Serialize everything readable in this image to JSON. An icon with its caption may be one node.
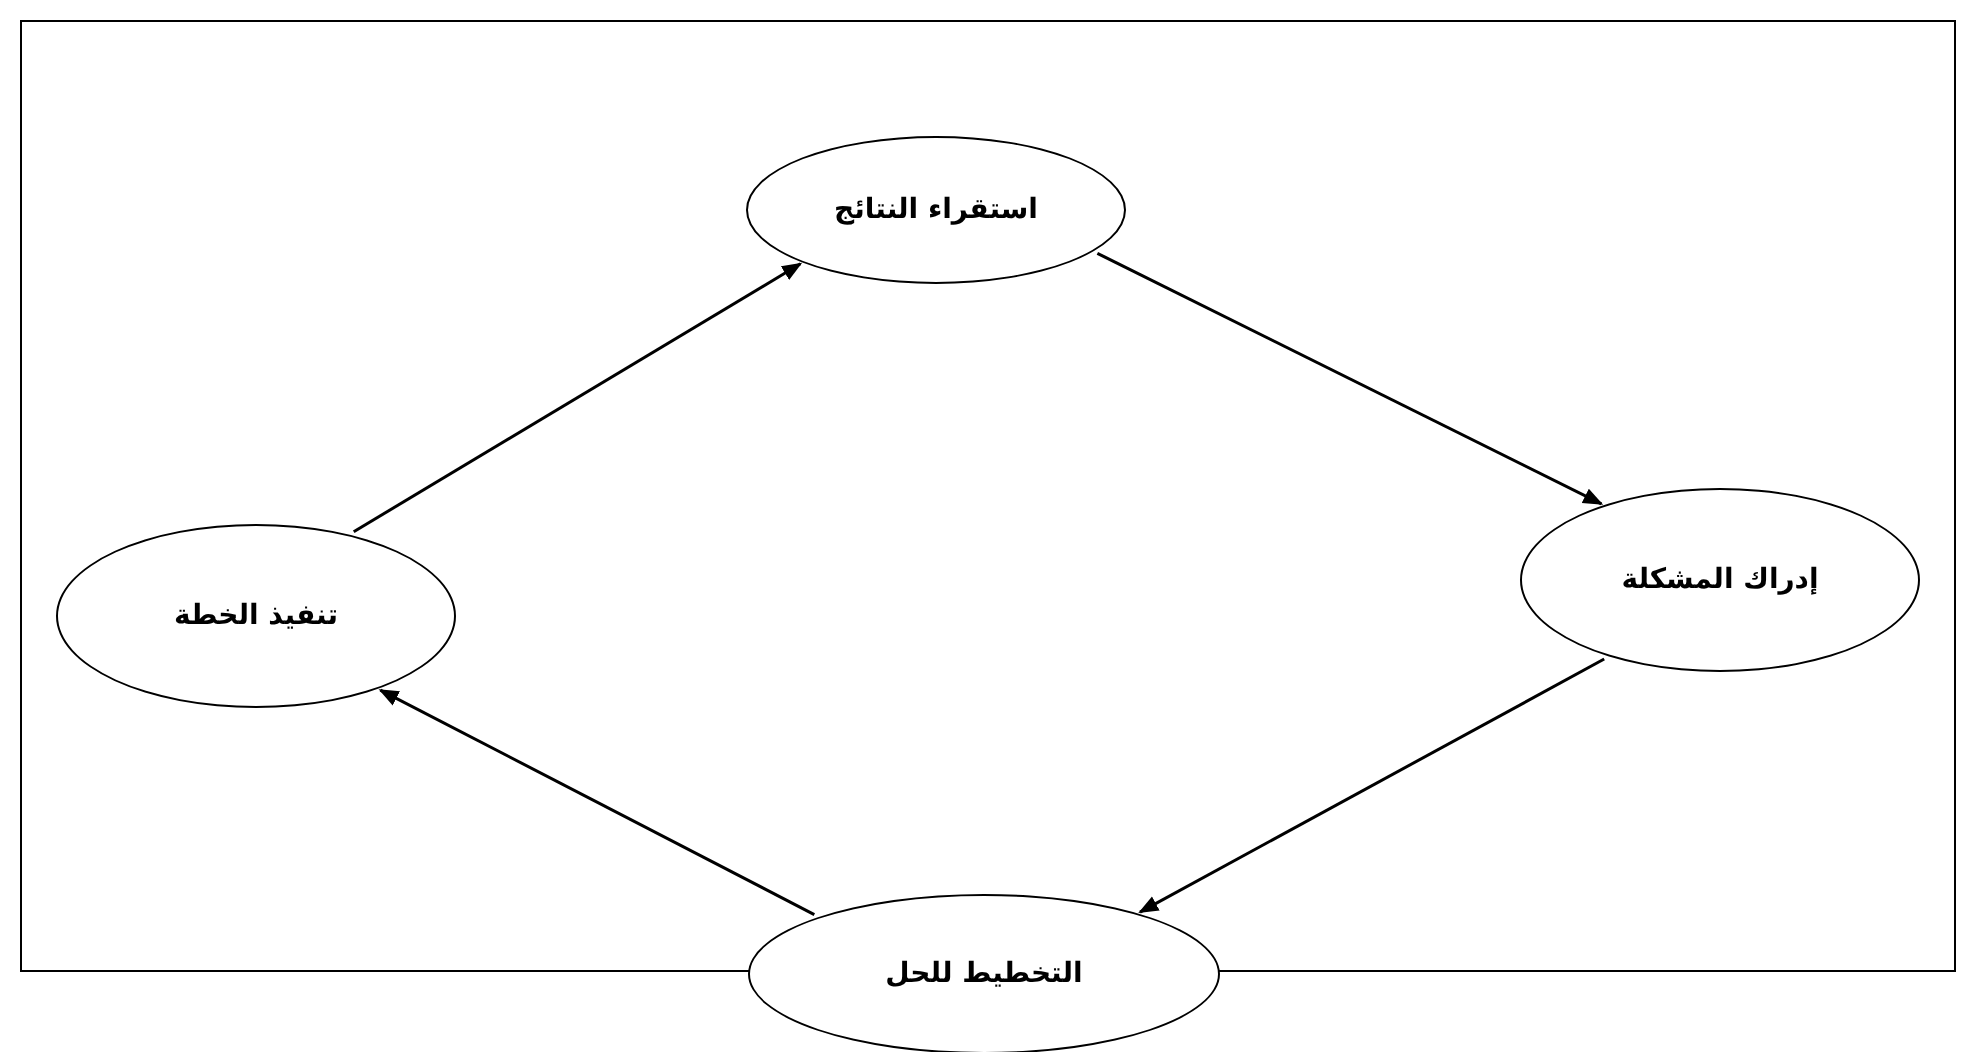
{
  "diagram": {
    "nodes": [
      {
        "text": [
          "استقراء النتائج"
        ]
      },
      {
        "text": [
          "تنفيذ الخطة"
        ]
      },
      {
        "text": [
          "إدراك المشكلة"
        ]
      },
      {
        "text": [
          "التخطيط للحل"
        ]
      }
    ],
    "edges": [
      {
        "from": 0,
        "to": 2,
        "arrow": "to"
      },
      {
        "from": 2,
        "to": 3,
        "arrow": "to"
      },
      {
        "from": 3,
        "to": 1,
        "arrow": "to"
      },
      {
        "from": 1,
        "to": 0,
        "arrow": "to"
      }
    ]
  }
}
